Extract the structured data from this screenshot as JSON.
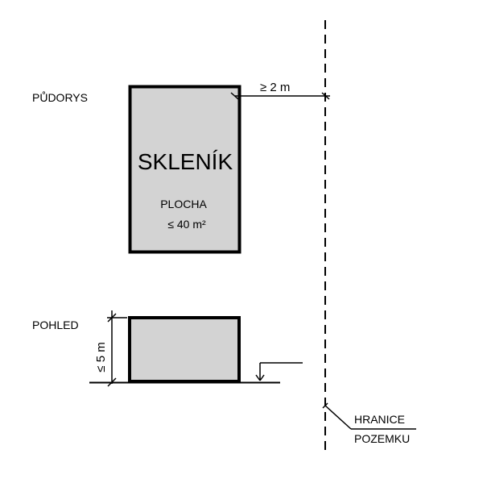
{
  "labels": {
    "plan": "PŮDORYS",
    "elevation": "POHLED"
  },
  "building": {
    "name": "SKLENÍK",
    "area_label": "PLOCHA",
    "area_value": "≤ 40 m²"
  },
  "dimensions": {
    "distance_to_boundary": "≥ 2 m",
    "max_height": "≤ 5 m"
  },
  "boundary": {
    "line1": "HRANICE",
    "line2": "POZEMKU"
  },
  "colors": {
    "fill": "#d3d3d3",
    "stroke": "#000000"
  }
}
